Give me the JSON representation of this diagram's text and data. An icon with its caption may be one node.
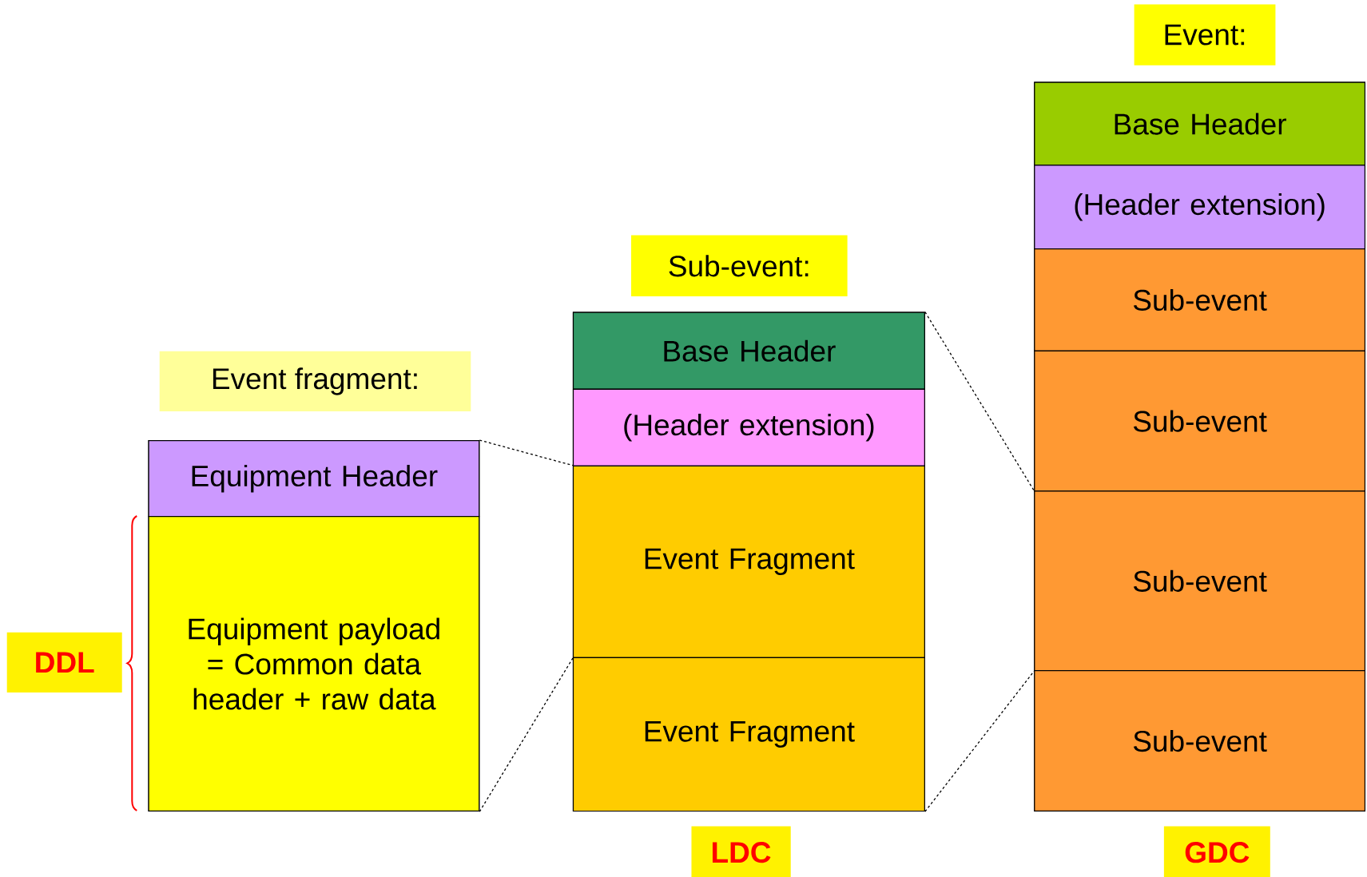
{
  "diagram": {
    "nodes": [
      {
        "text": [
          "Event fragment:"
        ]
      },
      {
        "text": [
          "Equipment Header"
        ],
        "in": 0
      },
      {
        "text": [
          "Equipment payload = Common data header + raw data"
        ],
        "in": 0
      },
      {
        "text": [
          "Sub-event:"
        ],
        "beside": [
          "LDC"
        ]
      },
      {
        "text": [
          "Base Header"
        ],
        "in": 3
      },
      {
        "text": [
          "(Header extension)"
        ],
        "in": 3
      },
      {
        "text": [
          "Event Fragment"
        ],
        "in": 3
      },
      {
        "text": [
          "Event Fragment"
        ],
        "in": 3
      },
      {
        "text": [
          "Event:"
        ],
        "beside": [
          "GDC"
        ]
      },
      {
        "text": [
          "Base Header"
        ],
        "in": 8
      },
      {
        "text": [
          "(Header extension)"
        ],
        "in": 8
      },
      {
        "text": [
          "Sub-event"
        ],
        "in": 8
      },
      {
        "text": [
          "Sub-event"
        ],
        "in": 8
      },
      {
        "text": [
          "Sub-event"
        ],
        "in": 8
      },
      {
        "text": [
          "Sub-event"
        ],
        "in": 8
      }
    ],
    "edges": [
      {
        "from": 0,
        "to": 6,
        "arrow": "none",
        "style": "dashed"
      },
      {
        "from": 0,
        "to": 6,
        "arrow": "none",
        "style": "dashed"
      },
      {
        "from": 3,
        "to": 13,
        "arrow": "none",
        "style": "dashed"
      },
      {
        "from": 3,
        "to": 13,
        "arrow": "none",
        "style": "dashed"
      }
    ],
    "labels": [
      "DDL"
    ]
  }
}
